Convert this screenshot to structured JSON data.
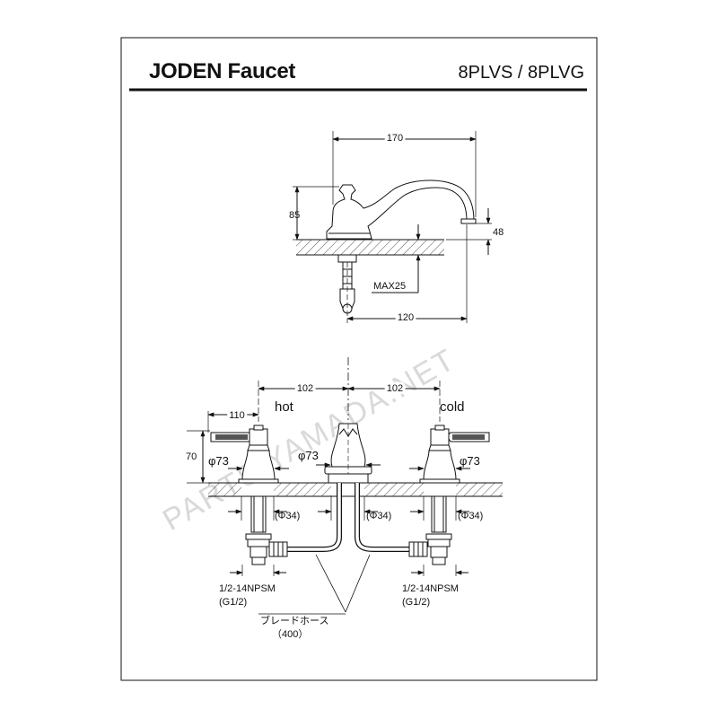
{
  "header": {
    "title": "JODEN Faucet",
    "model": "8PLVS / 8PLVG"
  },
  "side_view": {
    "dims": {
      "length_top": "170",
      "height": "85",
      "spout_height": "48",
      "max_thickness": "MAX25",
      "reach": "120"
    }
  },
  "front_view": {
    "dims": {
      "left_spacing": "102",
      "right_spacing": "102",
      "handle_reach": "110",
      "handle_height": "70"
    },
    "labels": {
      "hot": "hot",
      "cold": "cold"
    },
    "diameters": {
      "left_base": "φ73",
      "center_base": "φ73",
      "right_base": "φ73"
    },
    "holes": {
      "left": "(Φ34)",
      "center": "(Φ34)",
      "right": "(Φ34)"
    },
    "connections": {
      "left_thread": "1/2-14NPSM",
      "left_alt": "(G1/2)",
      "right_thread": "1/2-14NPSM",
      "right_alt": "(G1/2)"
    },
    "hose": {
      "label": "ブレードホース",
      "length": "（400）"
    }
  },
  "watermark": "PARTS YAMADA.NET"
}
